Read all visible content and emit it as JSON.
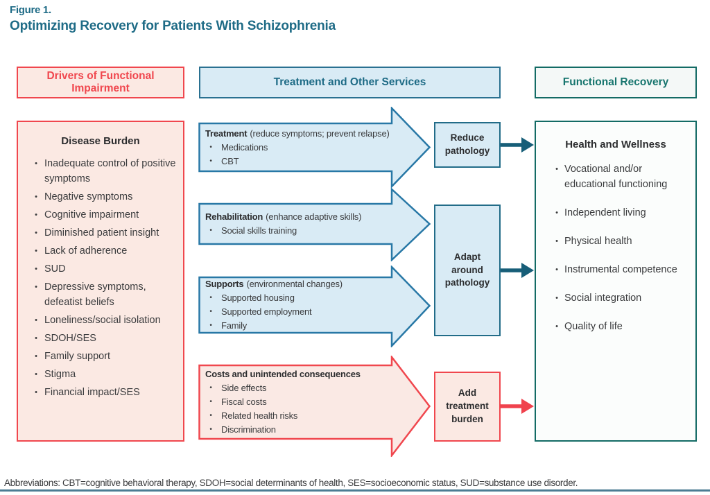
{
  "figure": {
    "label": "Figure 1.",
    "title": "Optimizing Recovery for Patients With Schizophrenia"
  },
  "column_headers": {
    "drivers": "Drivers of Functional Impairment",
    "treatment_services": "Treatment and Other Services",
    "functional_recovery": "Functional Recovery"
  },
  "disease_burden": {
    "title": "Disease Burden",
    "items": [
      "Inadequate control of positive symptoms",
      "Negative symptoms",
      "Cognitive impairment",
      "Diminished patient insight",
      "Lack of adherence",
      "SUD",
      "Depressive symptoms, defeatist beliefs",
      "Loneliness/social isolation",
      "SDOH/SES",
      "Family support",
      "Stigma",
      "Financial impact/SES"
    ]
  },
  "service_arrows": [
    {
      "title": "Treatment",
      "subtitle": "(reduce symptoms; prevent relapse)",
      "items": [
        "Medications",
        "CBT"
      ]
    },
    {
      "title": "Rehabilitation",
      "subtitle": "(enhance adaptive skills)",
      "items": [
        "Social skills training"
      ]
    },
    {
      "title": "Supports",
      "subtitle": "(environmental changes)",
      "items": [
        "Supported housing",
        "Supported employment",
        "Family"
      ]
    },
    {
      "title": "Costs and unintended consequences",
      "subtitle": "",
      "items": [
        "Side effects",
        "Fiscal costs",
        "Related health risks",
        "Discrimination"
      ]
    }
  ],
  "outcome_boxes": [
    {
      "label": "Reduce pathology"
    },
    {
      "label": "Adapt around pathology"
    },
    {
      "label": "Add treatment burden"
    }
  ],
  "health_wellness": {
    "title": "Health and Wellness",
    "items": [
      "Vocational and/or educational functioning",
      "Independent living",
      "Physical health",
      "Instrumental competence",
      "Social integration",
      "Quality of life"
    ]
  },
  "footnote": {
    "text": "Abbreviations: CBT=cognitive behavioral therapy, SDOH=social determinants of health, SES=socioeconomic status, SUD=substance use disorder."
  },
  "colors": {
    "teal_heading": "#1E6B86",
    "red_accent": "#F0474E",
    "pink_fill": "#FBE9E3",
    "blue_fill": "#D9EBF5",
    "blue_stroke": "#2878A6",
    "teal_green": "#136B65",
    "dark_connector_arrow": "#175E78",
    "red_connector_arrow": "#F0424D",
    "body_text": "#3A3B3D",
    "bottom_rule": "#4C7C93"
  }
}
